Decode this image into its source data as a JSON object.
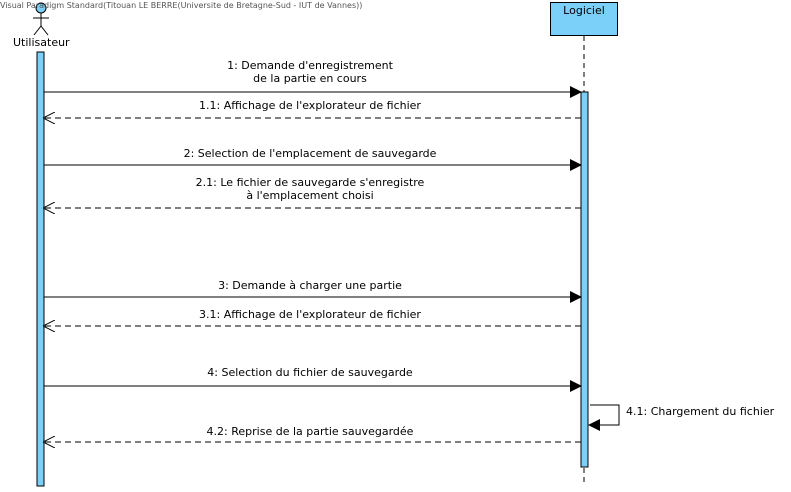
{
  "watermark": "Visual Paradigm Standard(Titouan LE BERRE(Universite de Bretagne-Sud - IUT de Vannes))",
  "colors": {
    "activation_fill": "#7ad0f8",
    "lifeline_head_fill": "#7ad0f8",
    "actor_head_fill": "#7ad0f8",
    "line": "#000000"
  },
  "participants": [
    {
      "id": "utilisateur",
      "kind": "actor",
      "name": "Utilisateur"
    },
    {
      "id": "logiciel",
      "kind": "lifeline",
      "name": "Logiciel"
    }
  ],
  "messages": [
    {
      "id": "m1",
      "from": "utilisateur",
      "to": "logiciel",
      "style": "sync",
      "label": "1: Demande d'enregistrement\nde la partie en cours"
    },
    {
      "id": "m1_1",
      "from": "logiciel",
      "to": "utilisateur",
      "style": "reply",
      "label": "1.1: Affichage de l'explorateur de fichier"
    },
    {
      "id": "m2",
      "from": "utilisateur",
      "to": "logiciel",
      "style": "sync",
      "label": "2: Selection de l'emplacement de sauvegarde"
    },
    {
      "id": "m2_1",
      "from": "logiciel",
      "to": "utilisateur",
      "style": "reply",
      "label": "2.1: Le fichier de sauvegarde s'enregistre\nà l'emplacement choisi"
    },
    {
      "id": "m3",
      "from": "utilisateur",
      "to": "logiciel",
      "style": "sync",
      "label": "3: Demande à charger une partie"
    },
    {
      "id": "m3_1",
      "from": "logiciel",
      "to": "utilisateur",
      "style": "reply",
      "label": "3.1: Affichage de l'explorateur de fichier"
    },
    {
      "id": "m4",
      "from": "utilisateur",
      "to": "logiciel",
      "style": "sync",
      "label": "4: Selection du fichier de sauvegarde"
    },
    {
      "id": "m4_1",
      "from": "logiciel",
      "to": "logiciel",
      "style": "self",
      "label": "4.1: Chargement du fichier"
    },
    {
      "id": "m4_2",
      "from": "logiciel",
      "to": "utilisateur",
      "style": "reply",
      "label": "4.2: Reprise de la partie sauvegardée"
    }
  ]
}
